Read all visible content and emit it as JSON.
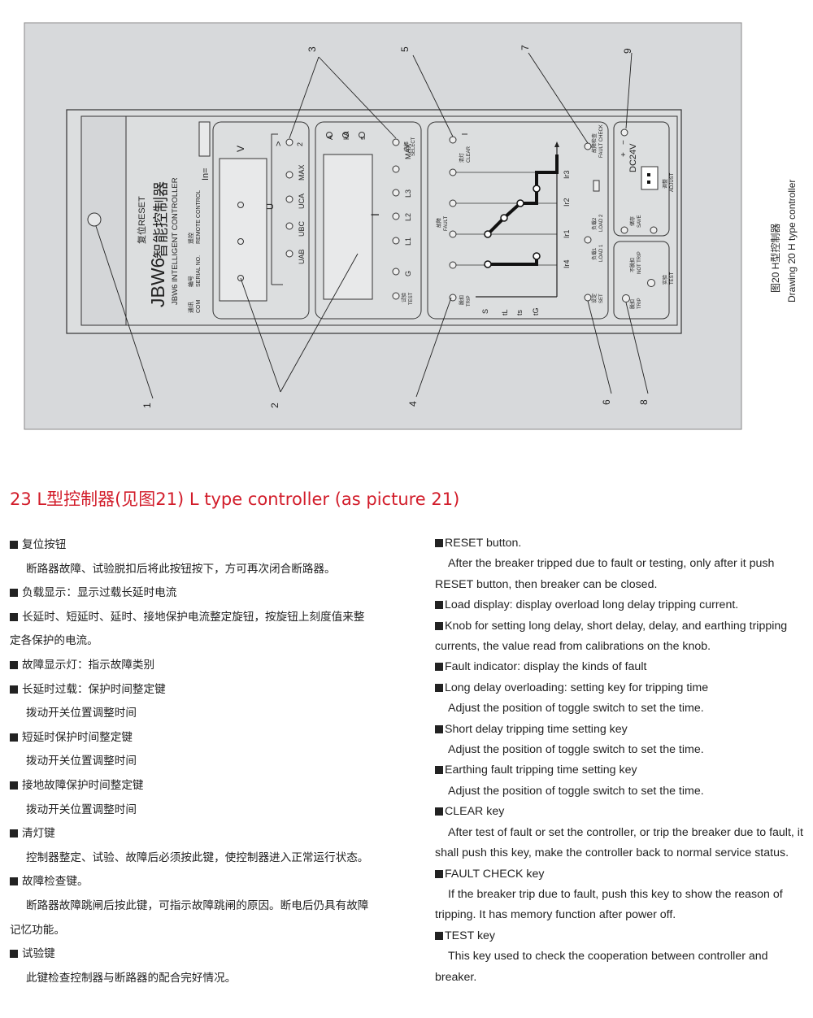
{
  "figure": {
    "callouts": [
      "1",
      "2",
      "3",
      "4",
      "5",
      "6",
      "7",
      "8",
      "9"
    ],
    "panel": {
      "reset_label": "复位RESET",
      "brand": "JBW6",
      "brand_cn": "智能控制器",
      "brand_en": "JBW6 INTELLIGENT CONTROLLER",
      "com_cn": "通讯",
      "com_en": "COM",
      "serial_cn": "编号",
      "serial_en": "SERIAL NO.",
      "remote_cn": "遥控",
      "remote_en": "REMOTE CONTROL",
      "in_label": "In=",
      "v_label": "V",
      "u_label": "U",
      "uab": "UAB",
      "ubc": "UBC",
      "uca": "UCA",
      "max": "MAX",
      "two": "2",
      "unit_a": "A",
      "unit_ka": "kA",
      "unit_s": "s",
      "i_label": "I",
      "g": "G",
      "l1": "L1",
      "l2": "L2",
      "l3": "L3",
      "max2": "MAX",
      "select_cn": "选择",
      "select_en": "SELECT",
      "test_cn": "试验",
      "test_en": "TEST",
      "clear_cn": "清灯",
      "clear_en": "CLEAR",
      "fault_cn": "故障",
      "fault_en": "FAULT",
      "trip_cn": "脱扣",
      "trip_en": "TRIP",
      "s": "S",
      "tl": "tL",
      "ts": "ts",
      "tg": "tG",
      "ir4": "Ir4",
      "ir1": "Ir1",
      "ir2": "Ir2",
      "ir3": "Ir3",
      "set_cn": "设定",
      "set_en": "SET",
      "load1_cn": "负载1",
      "load1_en": "LOAD 1",
      "load2_cn": "负载2",
      "load2_en": "LOAD 2",
      "fault_check_cn": "故障检查",
      "fault_check_en": "FAULT CHECK",
      "dc24v": "DC24V",
      "plus": "+",
      "minus": "−",
      "adjust_cn": "调整",
      "adjust_en": "ADJUST",
      "save_cn": "储存",
      "save_en": "SAVE",
      "not_trip_cn": "不脱扣",
      "not_trip_en": "NOT TRIP",
      "test2_cn": "实验",
      "test2_en": "TEST",
      "trip2_cn": "脱扣",
      "trip2_en": "TRIP"
    },
    "caption_cn": "图20  H型控制器",
    "caption_en": "Drawing 20 H type controller"
  },
  "section": {
    "title": "23  L型控制器(见图21) L type controller (as picture 21)"
  },
  "cn_lines": [
    {
      "text": "复位按钮",
      "bullet": true
    },
    {
      "text": "断路器故障、试验脱扣后将此按钮按下，方可再次闭合断路器。",
      "indent": true
    },
    {
      "text": "负载显示：显示过载长延时电流",
      "bullet": true
    },
    {
      "text": "长延时、短延时、延时、接地保护电流整定旋钮，按旋钮上刻度值来整",
      "bullet": true
    },
    {
      "text": "定各保护的电流。"
    },
    {
      "text": "故障显示灯：指示故障类别",
      "bullet": true
    },
    {
      "text": "长延时过载：保护时间整定键",
      "bullet": true
    },
    {
      "text": "拨动开关位置调整时间",
      "indent": true
    },
    {
      "text": "短延时保护时间整定键",
      "bullet": true
    },
    {
      "text": "拨动开关位置调整时间",
      "indent": true
    },
    {
      "text": "接地故障保护时间整定键",
      "bullet": true
    },
    {
      "text": "拨动开关位置调整时间",
      "indent": true
    },
    {
      "text": "清灯键",
      "bullet": true
    },
    {
      "text": "控制器整定、试验、故障后必须按此键，使控制器进入正常运行状态。",
      "indent": true
    },
    {
      "text": "故障检查键。",
      "bullet": true
    },
    {
      "text": "断路器故障跳闸后按此键，可指示故障跳闸的原因。断电后仍具有故障",
      "indent": true
    },
    {
      "text": "记忆功能。"
    },
    {
      "text": "试验键",
      "bullet": true
    },
    {
      "text": "此键检查控制器与断路器的配合完好情况。",
      "indent": true
    }
  ],
  "en_lines": [
    {
      "text": "RESET button.",
      "bullet": true
    },
    {
      "text": "After the breaker tripped due to fault or testing, only after it push",
      "indent": true
    },
    {
      "text": "RESET button, then breaker can be closed."
    },
    {
      "text": "Load display: display overload long delay tripping current.",
      "bullet": true
    },
    {
      "text": "Knob for setting long delay, short delay, delay, and earthing tripping",
      "bullet": true
    },
    {
      "text": "currents, the value read from calibrations on the knob."
    },
    {
      "text": "Fault indicator: display the kinds of fault",
      "bullet": true
    },
    {
      "text": "Long delay overloading: setting key for tripping time",
      "bullet": true
    },
    {
      "text": "Adjust the position of toggle switch to set the time.",
      "indent": true
    },
    {
      "text": "Short delay tripping time setting key",
      "bullet": true
    },
    {
      "text": "Adjust the position of toggle switch to set the time.",
      "indent": true
    },
    {
      "text": "Earthing fault tripping time setting key",
      "bullet": true
    },
    {
      "text": "Adjust the position of toggle switch to set the time.",
      "indent": true
    },
    {
      "text": "CLEAR key",
      "bullet": true
    },
    {
      "text": "After test of fault or set the controller, or trip the breaker due to fault, it",
      "indent": true
    },
    {
      "text": "shall push this key, make the controller back to normal service status."
    },
    {
      "text": "FAULT CHECK key",
      "bullet": true
    },
    {
      "text": "If the breaker trip due to fault, push this key to show the reason of",
      "indent": true
    },
    {
      "text": "tripping. It has memory function after power off."
    },
    {
      "text": "TEST key",
      "bullet": true
    },
    {
      "text": "This key used to check the cooperation between controller and",
      "indent": true
    },
    {
      "text": "breaker."
    }
  ]
}
